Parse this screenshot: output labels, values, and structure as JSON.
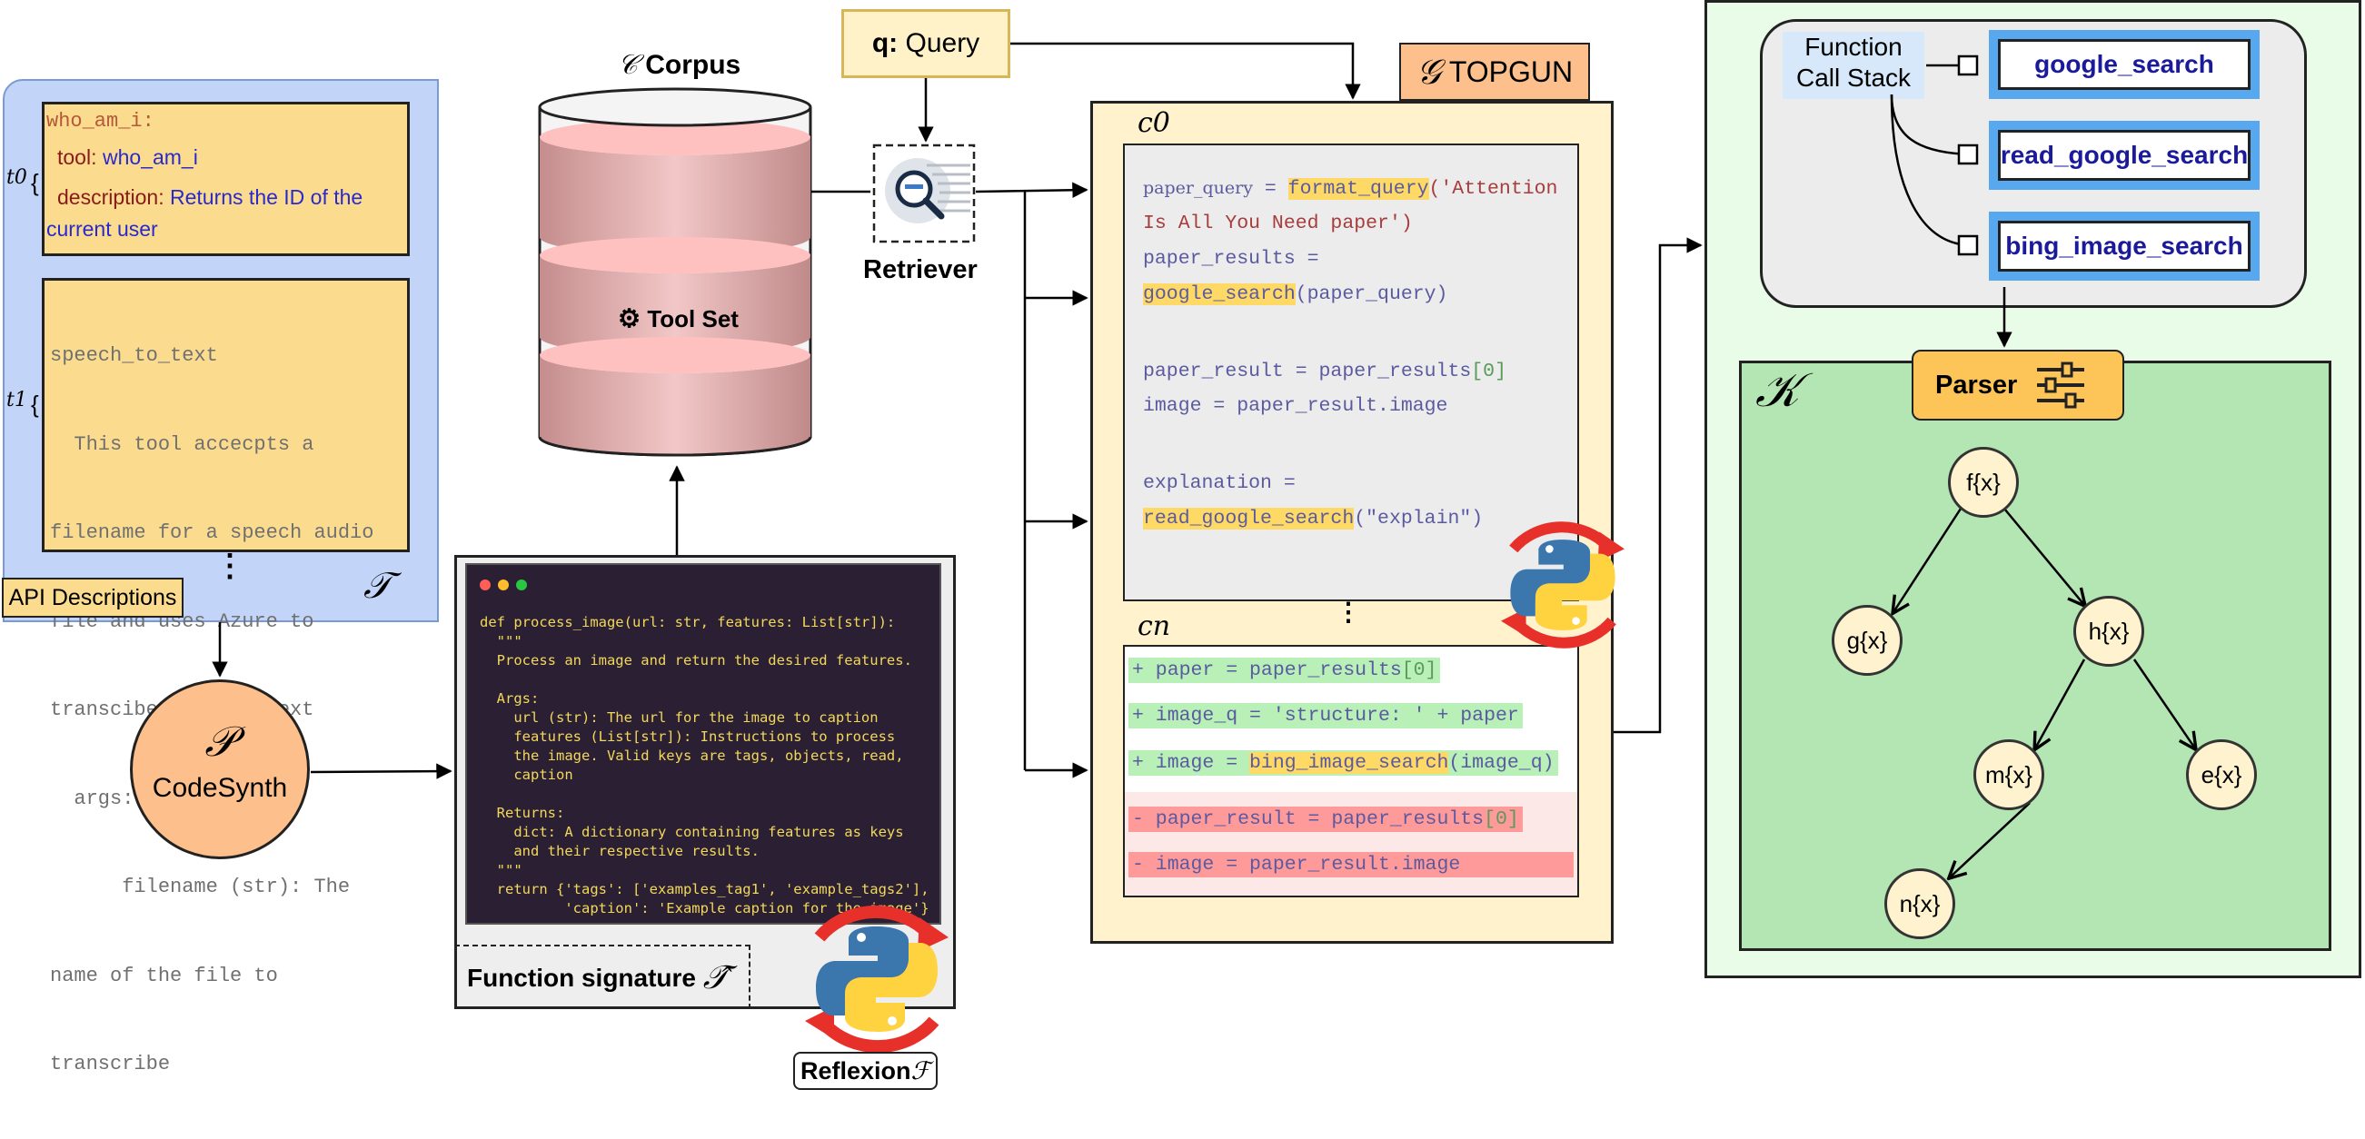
{
  "api_panel": {
    "card_who_am_i": {
      "name": "who_am_i:",
      "tool_key": "tool:",
      "tool_value": "who_am_i",
      "desc_key": "description:",
      "desc_value_1": "Returns the ID of the",
      "desc_value_2": "current user"
    },
    "card_speech_to_text": {
      "lines": [
        "speech_to_text",
        "  This tool accecpts a",
        "filename for a speech audio",
        "file and uses Azure to",
        "transcibe it into text",
        "  args:",
        "      filename (str): The",
        "name of the file to",
        "transcribe"
      ]
    },
    "t0_label": "t0",
    "t1_label": "t1",
    "ellipsis": ":",
    "label": "API Descriptions",
    "symbol": "𝒯"
  },
  "codesynth": {
    "symbol": "𝒫",
    "label": "CodeSynth"
  },
  "corpus": {
    "symbol": "𝒞",
    "label": "Corpus",
    "toolset_label": "Tool Set"
  },
  "query": {
    "key": "q:",
    "label": "Query"
  },
  "retriever": {
    "label": "Retriever"
  },
  "function_signature": {
    "code": "def process_image(url: str, features: List[str]):\n  \"\"\"\n  Process an image and return the desired features.\n\n  Args:\n    url (str): The url for the image to caption\n    features (List[str]): Instructions to process\n    the image. Valid keys are tags, objects, read,\n    caption\n\n  Returns:\n    dict: A dictionary containing features as keys\n    and their respective results.\n  \"\"\"\n  return {'tags': ['examples_tag1', 'example_tags2'],\n          'caption': 'Example caption for the image'}",
    "label": "Function signature",
    "symbol": "𝒯̂"
  },
  "reflexion": {
    "label": "Reflexion",
    "symbol": "ℱ"
  },
  "topgun": {
    "symbol": "𝒢",
    "label": "TOPGUN",
    "c0_label": "c0",
    "cn_label": "cn",
    "ellipsis": ":",
    "c0": {
      "l1_var": "paper_query",
      "l1_eq": " = ",
      "l1_fn": "format_query",
      "l1_str": "('Attention",
      "l2_str": "Is All You Need paper')",
      "l3": "paper_results =",
      "l4_fn": "google_search",
      "l4_rest": "(paper_query)",
      "l5_a": "paper_result = paper_results",
      "l5_b": "[0]",
      "l6": "image = paper_result.image",
      "l7": "explanation =",
      "l8_fn": "read_google_search",
      "l8_rest": "(\"explain\")"
    },
    "cn": {
      "d1_a": "+ paper = paper_results",
      "d1_b": "[0]",
      "d2": "+ image_q = 'structure: ' + paper",
      "d3_a": "+ image = ",
      "d3_fn": "bing_image_search",
      "d3_b": "(image_q)",
      "d4_a": "- paper_result = paper_results",
      "d4_b": "[0]",
      "d5": "- image = paper_result.image"
    }
  },
  "right_panel": {
    "stack_label": "Function Call Stack",
    "functions": [
      "google_search",
      "read_google_search",
      "bing_image_search"
    ],
    "k_symbol": "𝒦",
    "parser_label": "Parser",
    "nodes": [
      "f{x}",
      "g{x}",
      "h{x}",
      "m{x}",
      "e{x}",
      "n{x}"
    ]
  }
}
